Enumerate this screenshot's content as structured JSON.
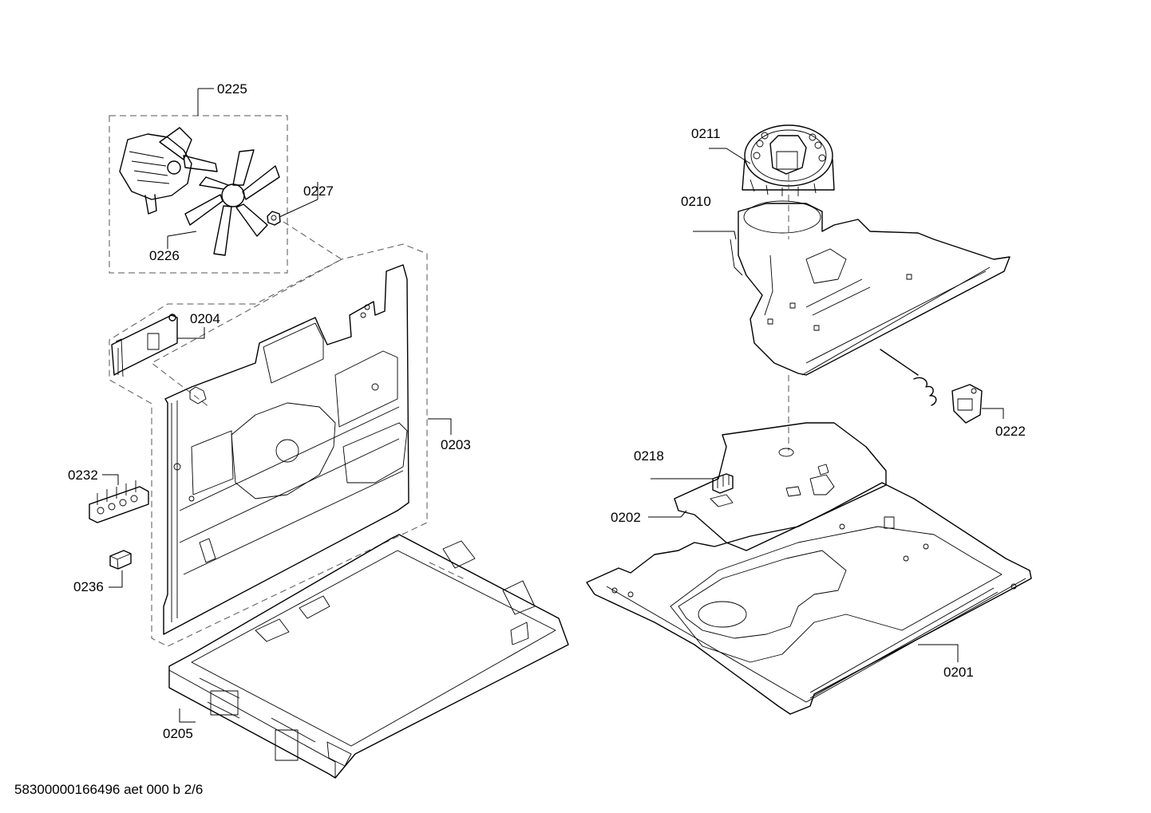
{
  "title": "",
  "footer": "58300000166496 aet 000 b 2/6",
  "callouts": {
    "p0225": "0225",
    "p0226": "0226",
    "p0227": "0227",
    "p0204": "0204",
    "p0203": "0203",
    "p0232": "0232",
    "p0236": "0236",
    "p0205": "0205",
    "p0211": "0211",
    "p0210": "0210",
    "p0222": "0222",
    "p0218": "0218",
    "p0202": "0202",
    "p0201": "0201"
  }
}
